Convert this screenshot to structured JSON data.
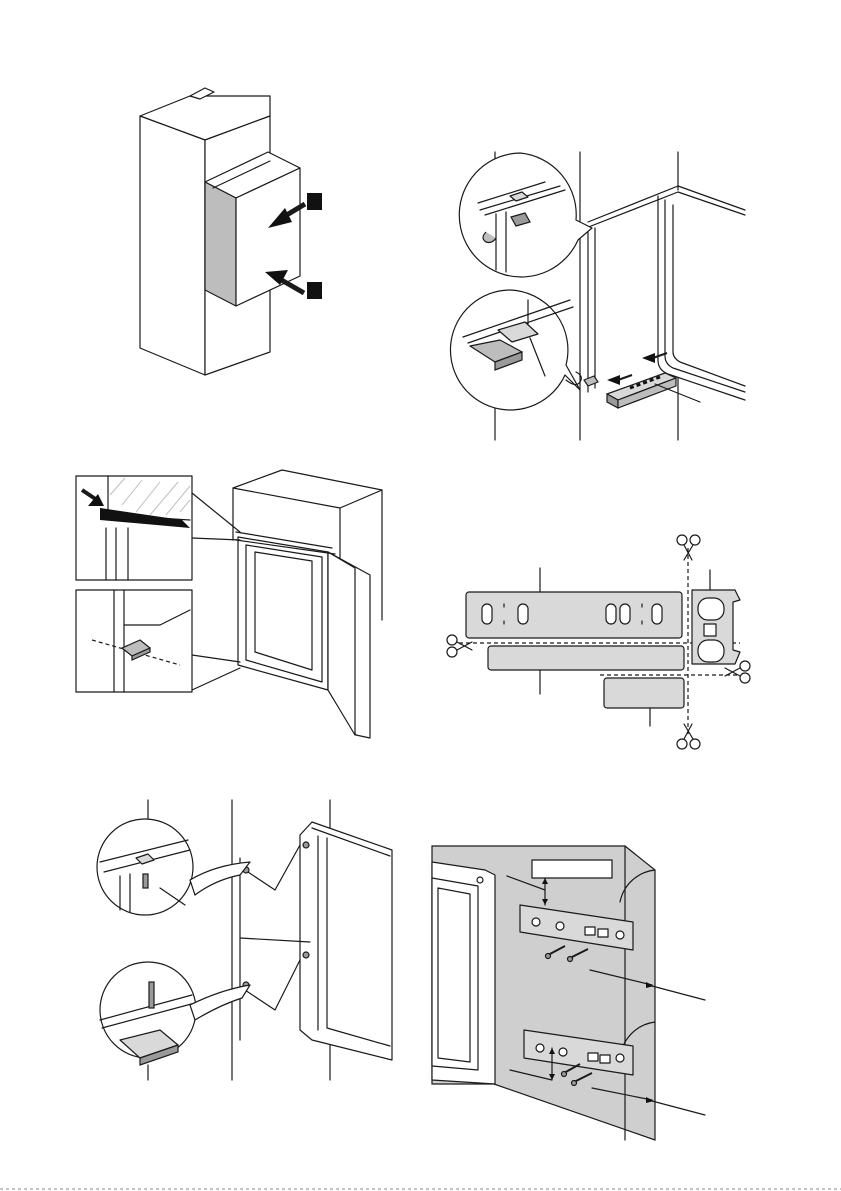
{
  "figures": [
    {
      "id": "panel-1"
    },
    {
      "id": "panel-2"
    },
    {
      "id": "panel-3"
    },
    {
      "id": "panel-4"
    },
    {
      "id": "panel-5"
    },
    {
      "id": "panel-6"
    }
  ]
}
